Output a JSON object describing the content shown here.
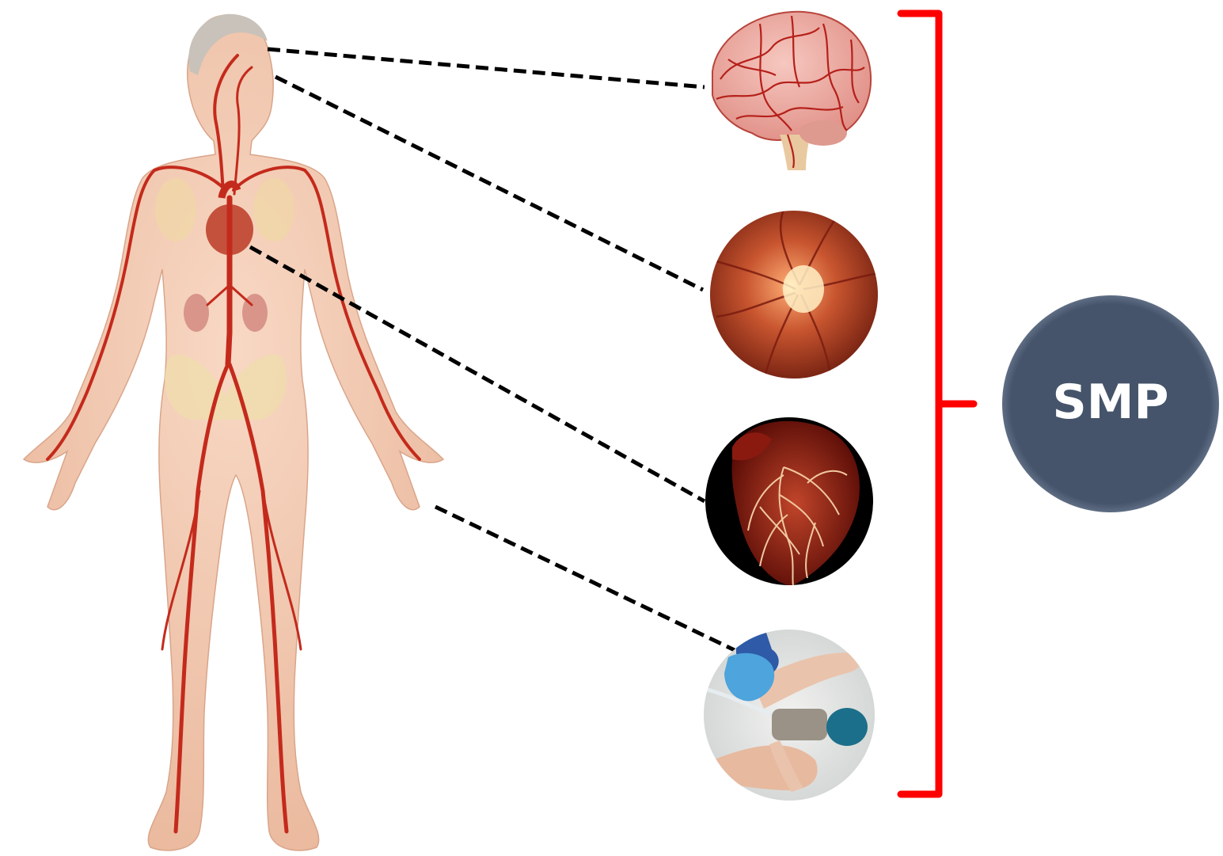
{
  "diagram": {
    "summary_node": {
      "label": "SMP",
      "fill": "#45546a",
      "text_color": "#ffffff"
    },
    "bracket_color": "#ff0000",
    "connector_color": "#000000",
    "figure": {
      "icon": "human-circulatory-system-illustration",
      "skin_color": "#f2c7ae",
      "artery_color": "#c42a1c"
    },
    "targets": [
      {
        "id": "brain",
        "icon": "brain-vasculature-image"
      },
      {
        "id": "retina",
        "icon": "retinal-fundus-image"
      },
      {
        "id": "heart",
        "icon": "coronary-vasculature-image"
      },
      {
        "id": "finger",
        "icon": "finger-pulse-oximeter-image"
      }
    ]
  }
}
